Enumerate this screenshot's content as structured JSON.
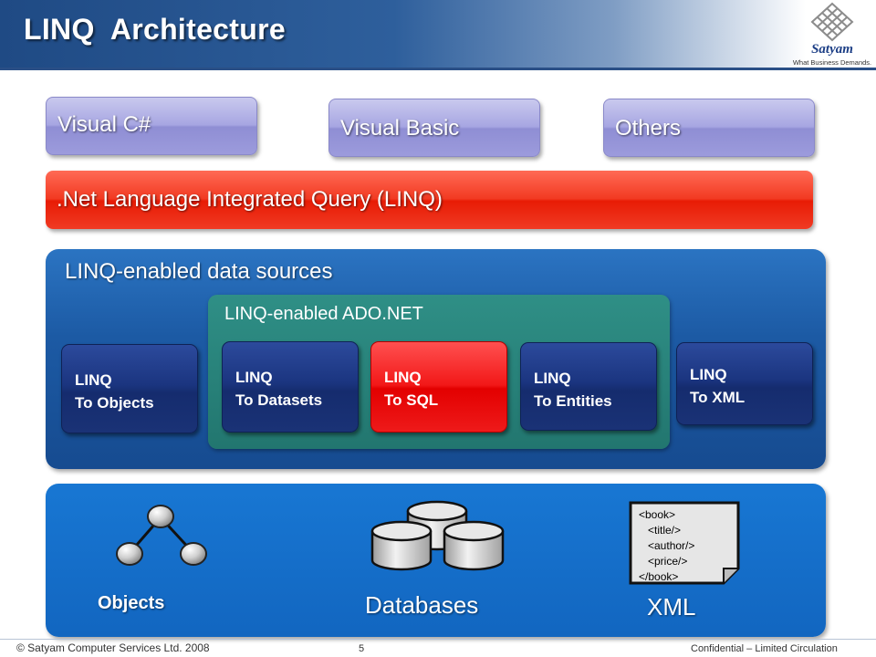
{
  "header": {
    "title": "LINQ  Architecture",
    "logo_name": "Satyam",
    "logo_tagline": "What Business Demands."
  },
  "languages": [
    {
      "label": "Visual C#"
    },
    {
      "label": "Visual Basic"
    },
    {
      "label": "Others"
    }
  ],
  "linq_bar": {
    "label": ".Net Language Integrated Query (LINQ)"
  },
  "data_sources": {
    "title": "LINQ-enabled data sources",
    "ado_title": "LINQ-enabled ADO.NET",
    "providers": [
      {
        "label": "LINQ\nTo Objects"
      },
      {
        "label": "LINQ\nTo Datasets"
      },
      {
        "label": "LINQ\nTo SQL"
      },
      {
        "label": "LINQ\nTo Entities"
      },
      {
        "label": "LINQ\nTo XML"
      }
    ]
  },
  "sources": {
    "objects_label": "Objects",
    "databases_label": "Databases",
    "xml_label": "XML",
    "xml_sample": "<book>\n   <title/>\n   <author/>\n   <price/>\n</book>"
  },
  "footer": {
    "copyright": "© Satyam Computer Services Ltd. 2008",
    "page_number": "5",
    "confidential": "Confidential – Limited Circulation"
  },
  "colors": {
    "header_blue": "#1f4a84",
    "language_purple": "#a7a6e2",
    "linq_red": "#f23a22",
    "panel_blue": "#1c5aa4",
    "ado_teal": "#22766f",
    "provider_navy": "#1b3580",
    "provider_highlight_red": "#f21818",
    "sources_blue": "#1877d3"
  }
}
